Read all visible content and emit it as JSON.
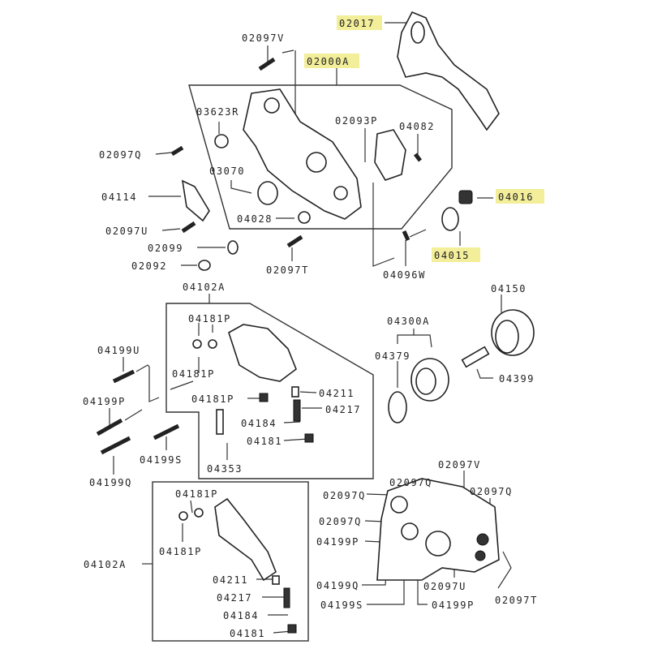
{
  "title": "Oil pump and front case parts diagram",
  "highlight_color": "#f3ee9a",
  "labels": {
    "l02017": "02017",
    "l02097v_top": "02097V",
    "l02000a": "02000A",
    "l03623r": "03623R",
    "l02093p": "02093P",
    "l04082": "04082",
    "l02097q_top": "02097Q",
    "l03070": "03070",
    "l04114": "04114",
    "l04016": "04016",
    "l04028": "04028",
    "l02097u_top": "02097U",
    "l04015": "04015",
    "l02099": "02099",
    "l02092": "02092",
    "l02097t_top": "02097T",
    "l04096w": "04096W",
    "l04102a_mid": "04102A",
    "l04150": "04150",
    "l04181p_a": "04181P",
    "l04300a": "04300A",
    "l04199u": "04199U",
    "l04379": "04379",
    "l04181p_b": "04181P",
    "l04399": "04399",
    "l04211_mid": "04211",
    "l04199p_mid": "04199P",
    "l04181p_c": "04181P",
    "l04217_mid": "04217",
    "l04184_mid": "04184",
    "l04181_mid": "04181",
    "l04199s_mid": "04199S",
    "l04353": "04353",
    "l02097v_bot": "02097V",
    "l04199q_mid": "04199Q",
    "l02097q_b1": "02097Q",
    "l02097q_b2": "02097Q",
    "l02097q_b3": "02097Q",
    "l02097q_b4": "02097Q",
    "l04181p_d": "04181P",
    "l04199p_b1": "04199P",
    "l04181p_e": "04181P",
    "l04102a_bot": "04102A",
    "l04199q_bot": "04199Q",
    "l02097u_bot": "02097U",
    "l04211_bot": "04211",
    "l04217_bot": "04217",
    "l02097t_bot": "02097T",
    "l04199s_bot": "04199S",
    "l04199p_b2": "04199P",
    "l04184_bot": "04184",
    "l04181_bot": "04181"
  }
}
